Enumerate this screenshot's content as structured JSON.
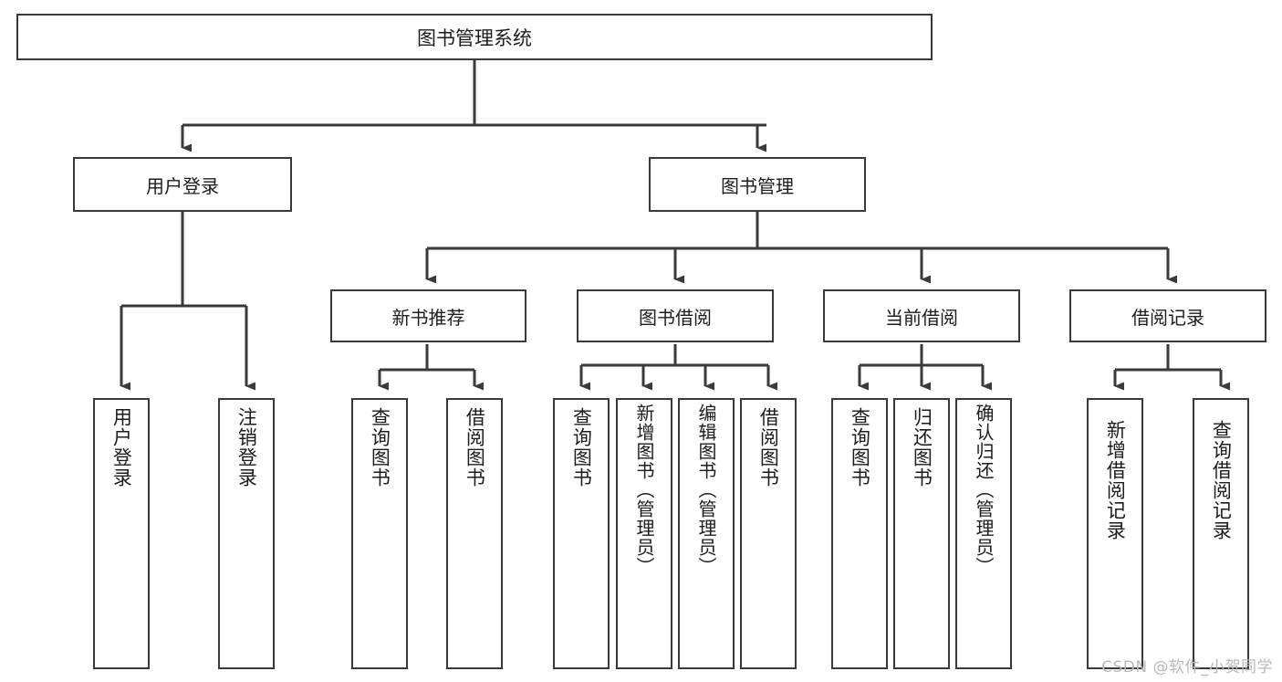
{
  "diagram": {
    "title": "图书管理系统",
    "watermark": "CSDN @软件_小贺同学",
    "root": {
      "label": "图书管理系统"
    },
    "level2": [
      {
        "label": "用户登录"
      },
      {
        "label": "图书管理"
      }
    ],
    "level3": [
      {
        "label": "新书推荐"
      },
      {
        "label": "图书借阅"
      },
      {
        "label": "当前借阅"
      },
      {
        "label": "借阅记录"
      }
    ],
    "leaves": {
      "user_login": [
        {
          "label": "用户登录"
        },
        {
          "label": "注销登录"
        }
      ],
      "new_book_recommend": [
        {
          "label": "查询图书"
        },
        {
          "label": "借阅图书"
        }
      ],
      "book_borrow": [
        {
          "label": "查询图书"
        },
        {
          "label": "新增图书（管理员）"
        },
        {
          "label": "编辑图书（管理员）"
        },
        {
          "label": "借阅图书"
        }
      ],
      "current_borrow": [
        {
          "label": "查询图书"
        },
        {
          "label": "归还图书"
        },
        {
          "label": "确认归还（管理员）"
        }
      ],
      "borrow_record": [
        {
          "label": "新增借阅记录"
        },
        {
          "label": "查询借阅记录"
        }
      ]
    },
    "colors": {
      "stroke": "#3a3a3a",
      "text": "#1c1c1c",
      "background": "#ffffff",
      "watermark": "#b9b9b9"
    }
  }
}
